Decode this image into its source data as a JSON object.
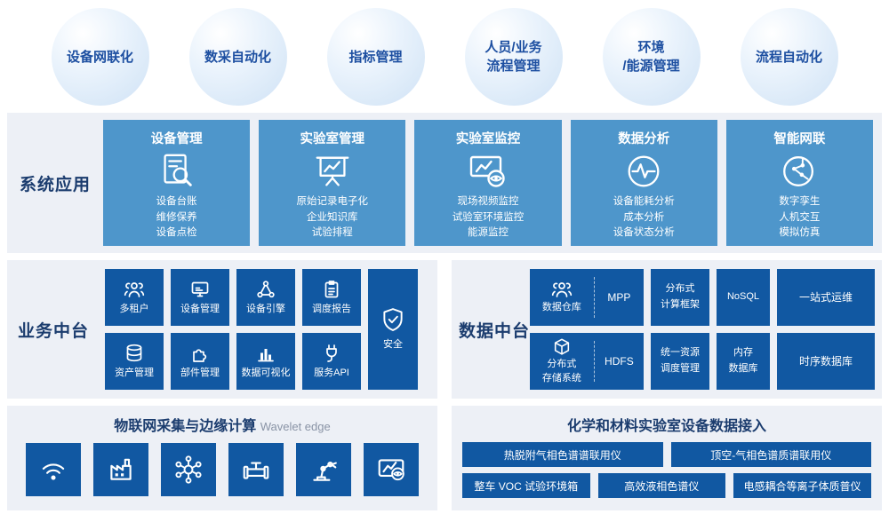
{
  "colors": {
    "panel_bg": "#edf0f6",
    "card_blue": "#4e96cb",
    "tile_dark_blue": "#1158a2",
    "navy_text": "#1b3c6e",
    "bubble_text": "#1d4fa1",
    "subtitle_gray": "#8a94a6"
  },
  "bubbles": [
    {
      "lines": [
        "设备网联化"
      ]
    },
    {
      "lines": [
        "数采自动化"
      ]
    },
    {
      "lines": [
        "指标管理"
      ]
    },
    {
      "lines": [
        "人员/业务",
        "流程管理"
      ]
    },
    {
      "lines": [
        "环境",
        "/能源管理"
      ]
    },
    {
      "lines": [
        "流程自动化"
      ]
    }
  ],
  "system_apps": {
    "label": "系统应用",
    "cards": [
      {
        "title": "设备管理",
        "icon": "device-ledger-icon",
        "lines": [
          "设备台账",
          "维修保养",
          "设备点检"
        ]
      },
      {
        "title": "实验室管理",
        "icon": "lab-board-icon",
        "lines": [
          "原始记录电子化",
          "企业知识库",
          "试验排程"
        ]
      },
      {
        "title": "实验室监控",
        "icon": "monitor-eye-icon",
        "lines": [
          "现场视频监控",
          "试验室环境监控",
          "能源监控"
        ]
      },
      {
        "title": "数据分析",
        "icon": "pulse-circle-icon",
        "lines": [
          "设备能耗分析",
          "成本分析",
          "设备状态分析"
        ]
      },
      {
        "title": "智能网联",
        "icon": "smart-head-icon",
        "lines": [
          "数字孪生",
          "人机交互",
          "模拟仿真"
        ]
      }
    ]
  },
  "business_platform": {
    "label": "业务中台",
    "row1": [
      {
        "label": "多租户",
        "icon": "users-icon"
      },
      {
        "label": "设备管理",
        "icon": "device-icon"
      },
      {
        "label": "设备引擎",
        "icon": "nodes-icon"
      },
      {
        "label": "调度报告",
        "icon": "report-icon"
      }
    ],
    "row2": [
      {
        "label": "资产管理",
        "icon": "database-icon"
      },
      {
        "label": "部件管理",
        "icon": "puzzle-icon"
      },
      {
        "label": "数据可视化",
        "icon": "chart-icon"
      },
      {
        "label": "服务API",
        "icon": "api-plug-icon"
      }
    ],
    "security": {
      "label": "安全",
      "icon": "shield-icon"
    }
  },
  "data_platform": {
    "label": "数据中台",
    "row1": {
      "combo": {
        "icon": "data-warehouse-icon",
        "lines": [
          "数据仓库"
        ],
        "right": "MPP"
      },
      "t2": {
        "lines": [
          "分布式",
          "计算框架"
        ]
      },
      "t3": {
        "lines": [
          "NoSQL"
        ]
      },
      "t4": {
        "lines": [
          "一站式运维"
        ]
      }
    },
    "row2": {
      "combo": {
        "icon": "storage-cube-icon",
        "lines": [
          "分布式",
          "存储系统"
        ],
        "right": "HDFS"
      },
      "t2": {
        "lines": [
          "统一资源",
          "调度管理"
        ]
      },
      "t3": {
        "lines": [
          "内存",
          "数据库"
        ]
      },
      "t4": {
        "lines": [
          "时序数据库"
        ]
      }
    }
  },
  "iot_edge": {
    "title": "物联网采集与边缘计算",
    "subtitle": "Wavelet edge",
    "tiles": [
      {
        "icon": "wifi-sensor-icon"
      },
      {
        "icon": "factory-icon"
      },
      {
        "icon": "network-globe-icon"
      },
      {
        "icon": "pipeline-valve-icon"
      },
      {
        "icon": "robot-arm-icon"
      },
      {
        "icon": "dashboard-eye-icon"
      }
    ]
  },
  "lab_access": {
    "title": "化学和材料实验室设备数据接入",
    "row1": [
      "热脱附气相色谱谱联用仪",
      "顶空-气相色谱质谱联用仪"
    ],
    "row2": [
      "整车 VOC 试验环境箱",
      "高效液相色谱仪",
      "电感耦合等离子体质普仪"
    ]
  }
}
